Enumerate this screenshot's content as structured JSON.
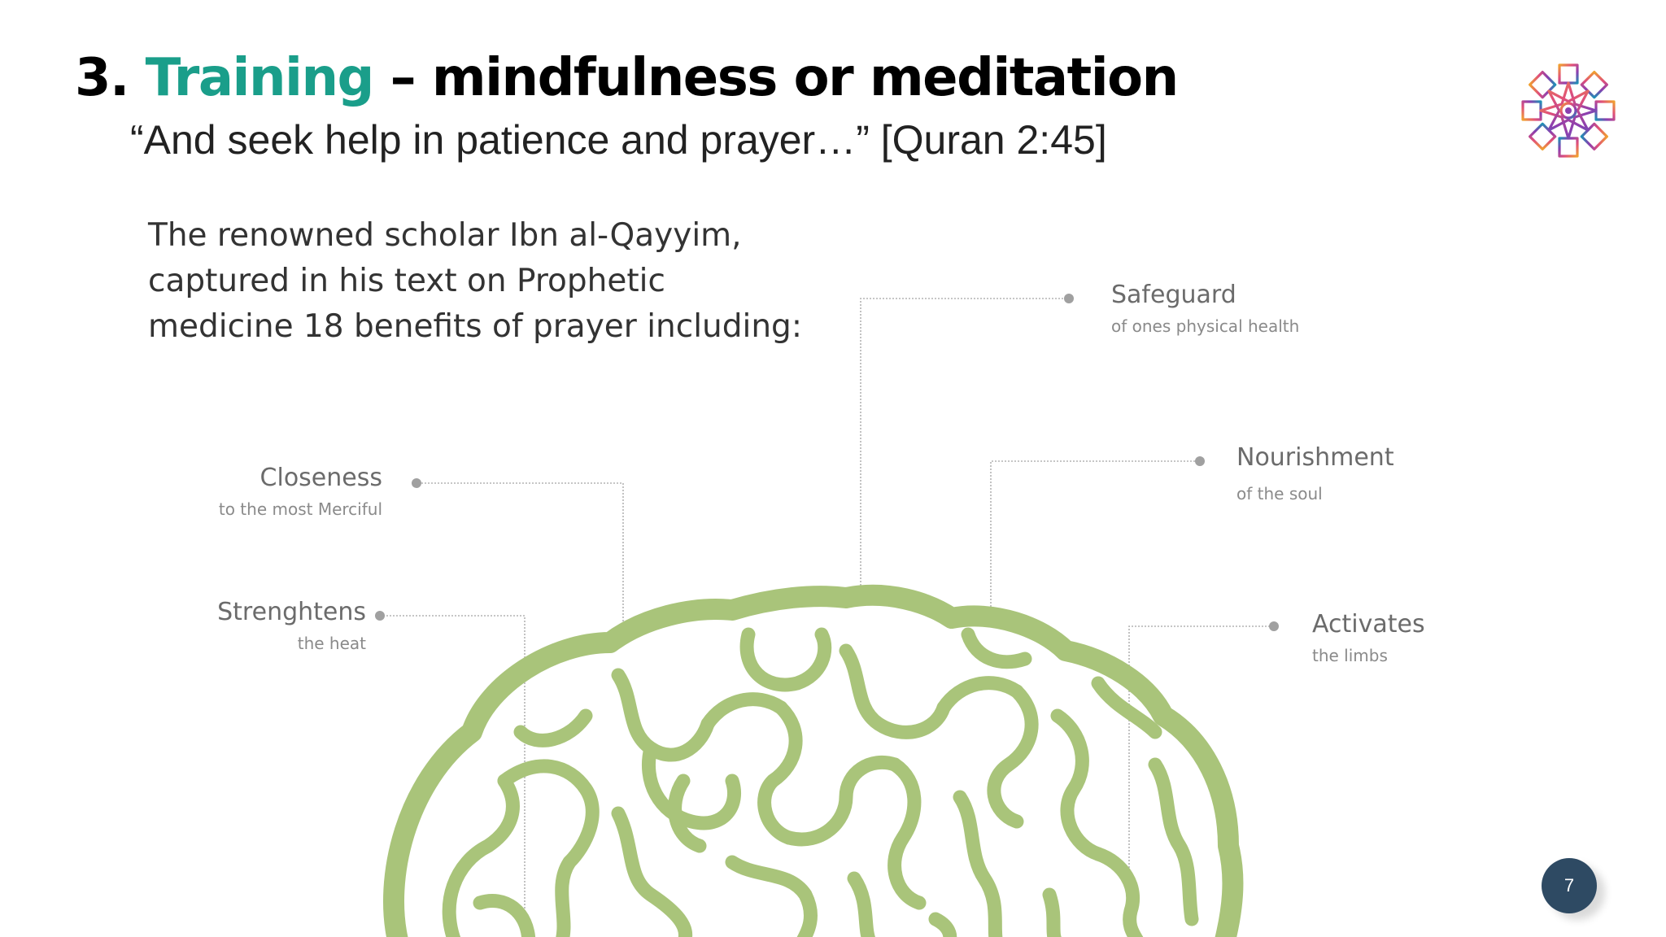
{
  "slide": {
    "title_prefix": "3.",
    "title_accent": "Training",
    "title_rest": "– mindfulness or meditation",
    "subtitle": "“And seek help in patience and prayer…” [Quran 2:45]",
    "intro_lines": [
      "The renowned scholar Ibn al-Qayyim,",
      "captured in his text on Prophetic",
      "medicine 18 benefits of prayer including:"
    ],
    "page_number": "7"
  },
  "benefits": [
    {
      "title": "Safeguard",
      "subtitle": "of ones physical health"
    },
    {
      "title": "Closeness",
      "subtitle": "to the most Merciful"
    },
    {
      "title": "Nourishment",
      "subtitle": "of the soul"
    },
    {
      "title": "Strenghtens",
      "subtitle": "the heat"
    },
    {
      "title": "Activates",
      "subtitle": "the limbs"
    }
  ],
  "colors": {
    "accent": "#1a9e8a",
    "brain": "#a9c47a",
    "badge": "#2e4a63",
    "connector": "#b3b3b3"
  },
  "icons": {
    "logo": "mandala-logo-icon",
    "illustration": "brain-icon"
  }
}
